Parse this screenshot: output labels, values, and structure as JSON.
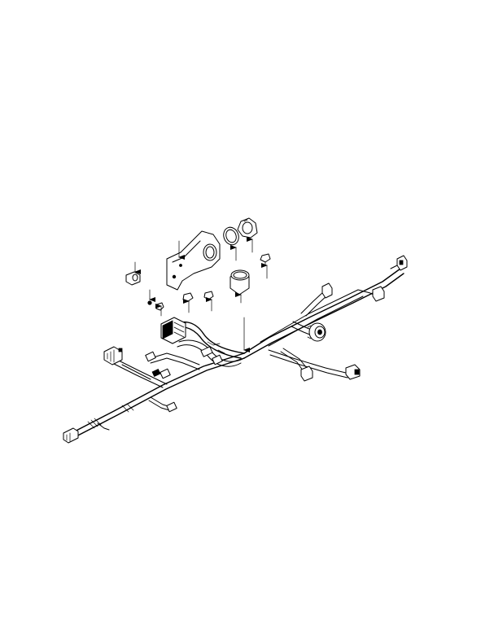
{
  "diagram": {
    "background": "#ffffff",
    "line_color": "#000000",
    "parts": [
      "wiring-harness",
      "mounting-bracket",
      "gasket-ring",
      "hex-nut",
      "sleeve",
      "small-fasteners",
      "connectors"
    ]
  }
}
